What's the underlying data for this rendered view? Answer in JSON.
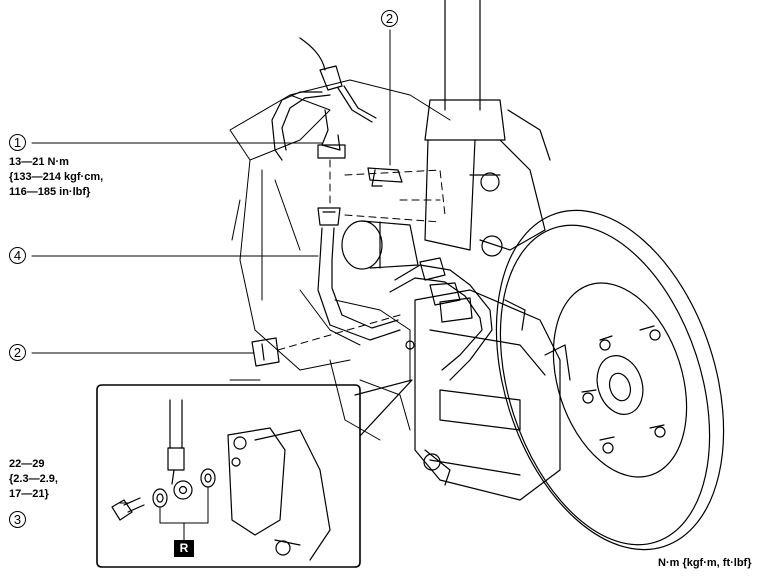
{
  "callouts": {
    "c1": "1",
    "c2_top": "2",
    "c4": "4",
    "c2_left": "2",
    "c3": "3"
  },
  "torque_1": {
    "line1": "13—21 N·m",
    "line2": "{133—214 kgf·cm,",
    "line3": "116—185 in·lbf}"
  },
  "torque_3": {
    "line1": "22—29",
    "line2": "{2.3—2.9,",
    "line3": "17—21}"
  },
  "replace_badge": "R",
  "unit_note": "N·m {kgf·m, ft·lbf}"
}
